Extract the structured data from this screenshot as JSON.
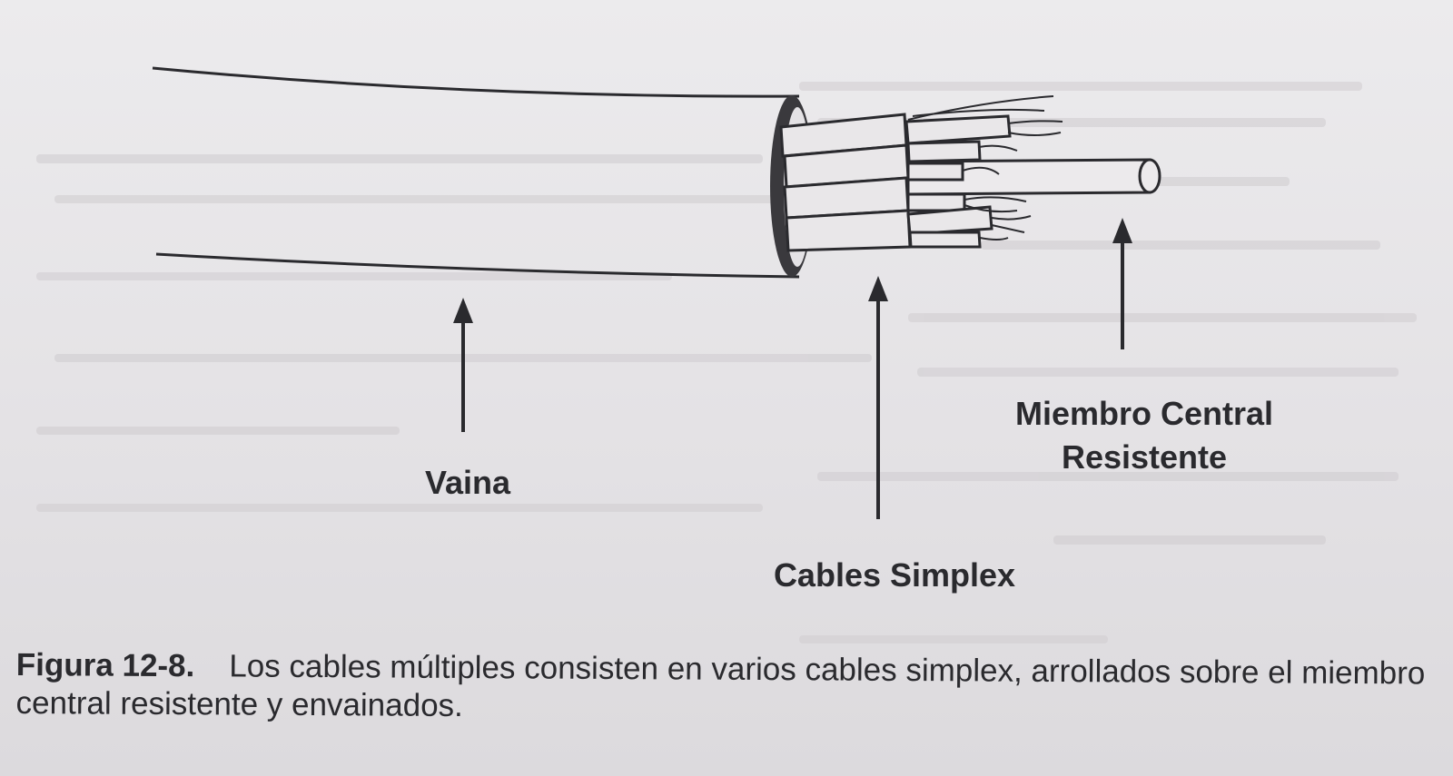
{
  "diagram": {
    "labels": {
      "sheath": "Vaina",
      "simplex": "Cables Simplex",
      "central_line1": "Miembro Central",
      "central_line2": "Resistente"
    }
  },
  "caption": {
    "figure_number": "Figura 12-8.",
    "text": "Los cables múltiples consisten en varios cables simplex, arrollados sobre el miembro central resistente y envainados."
  },
  "colors": {
    "paper": "#e6e4e6",
    "ink": "#2a2a2e"
  }
}
